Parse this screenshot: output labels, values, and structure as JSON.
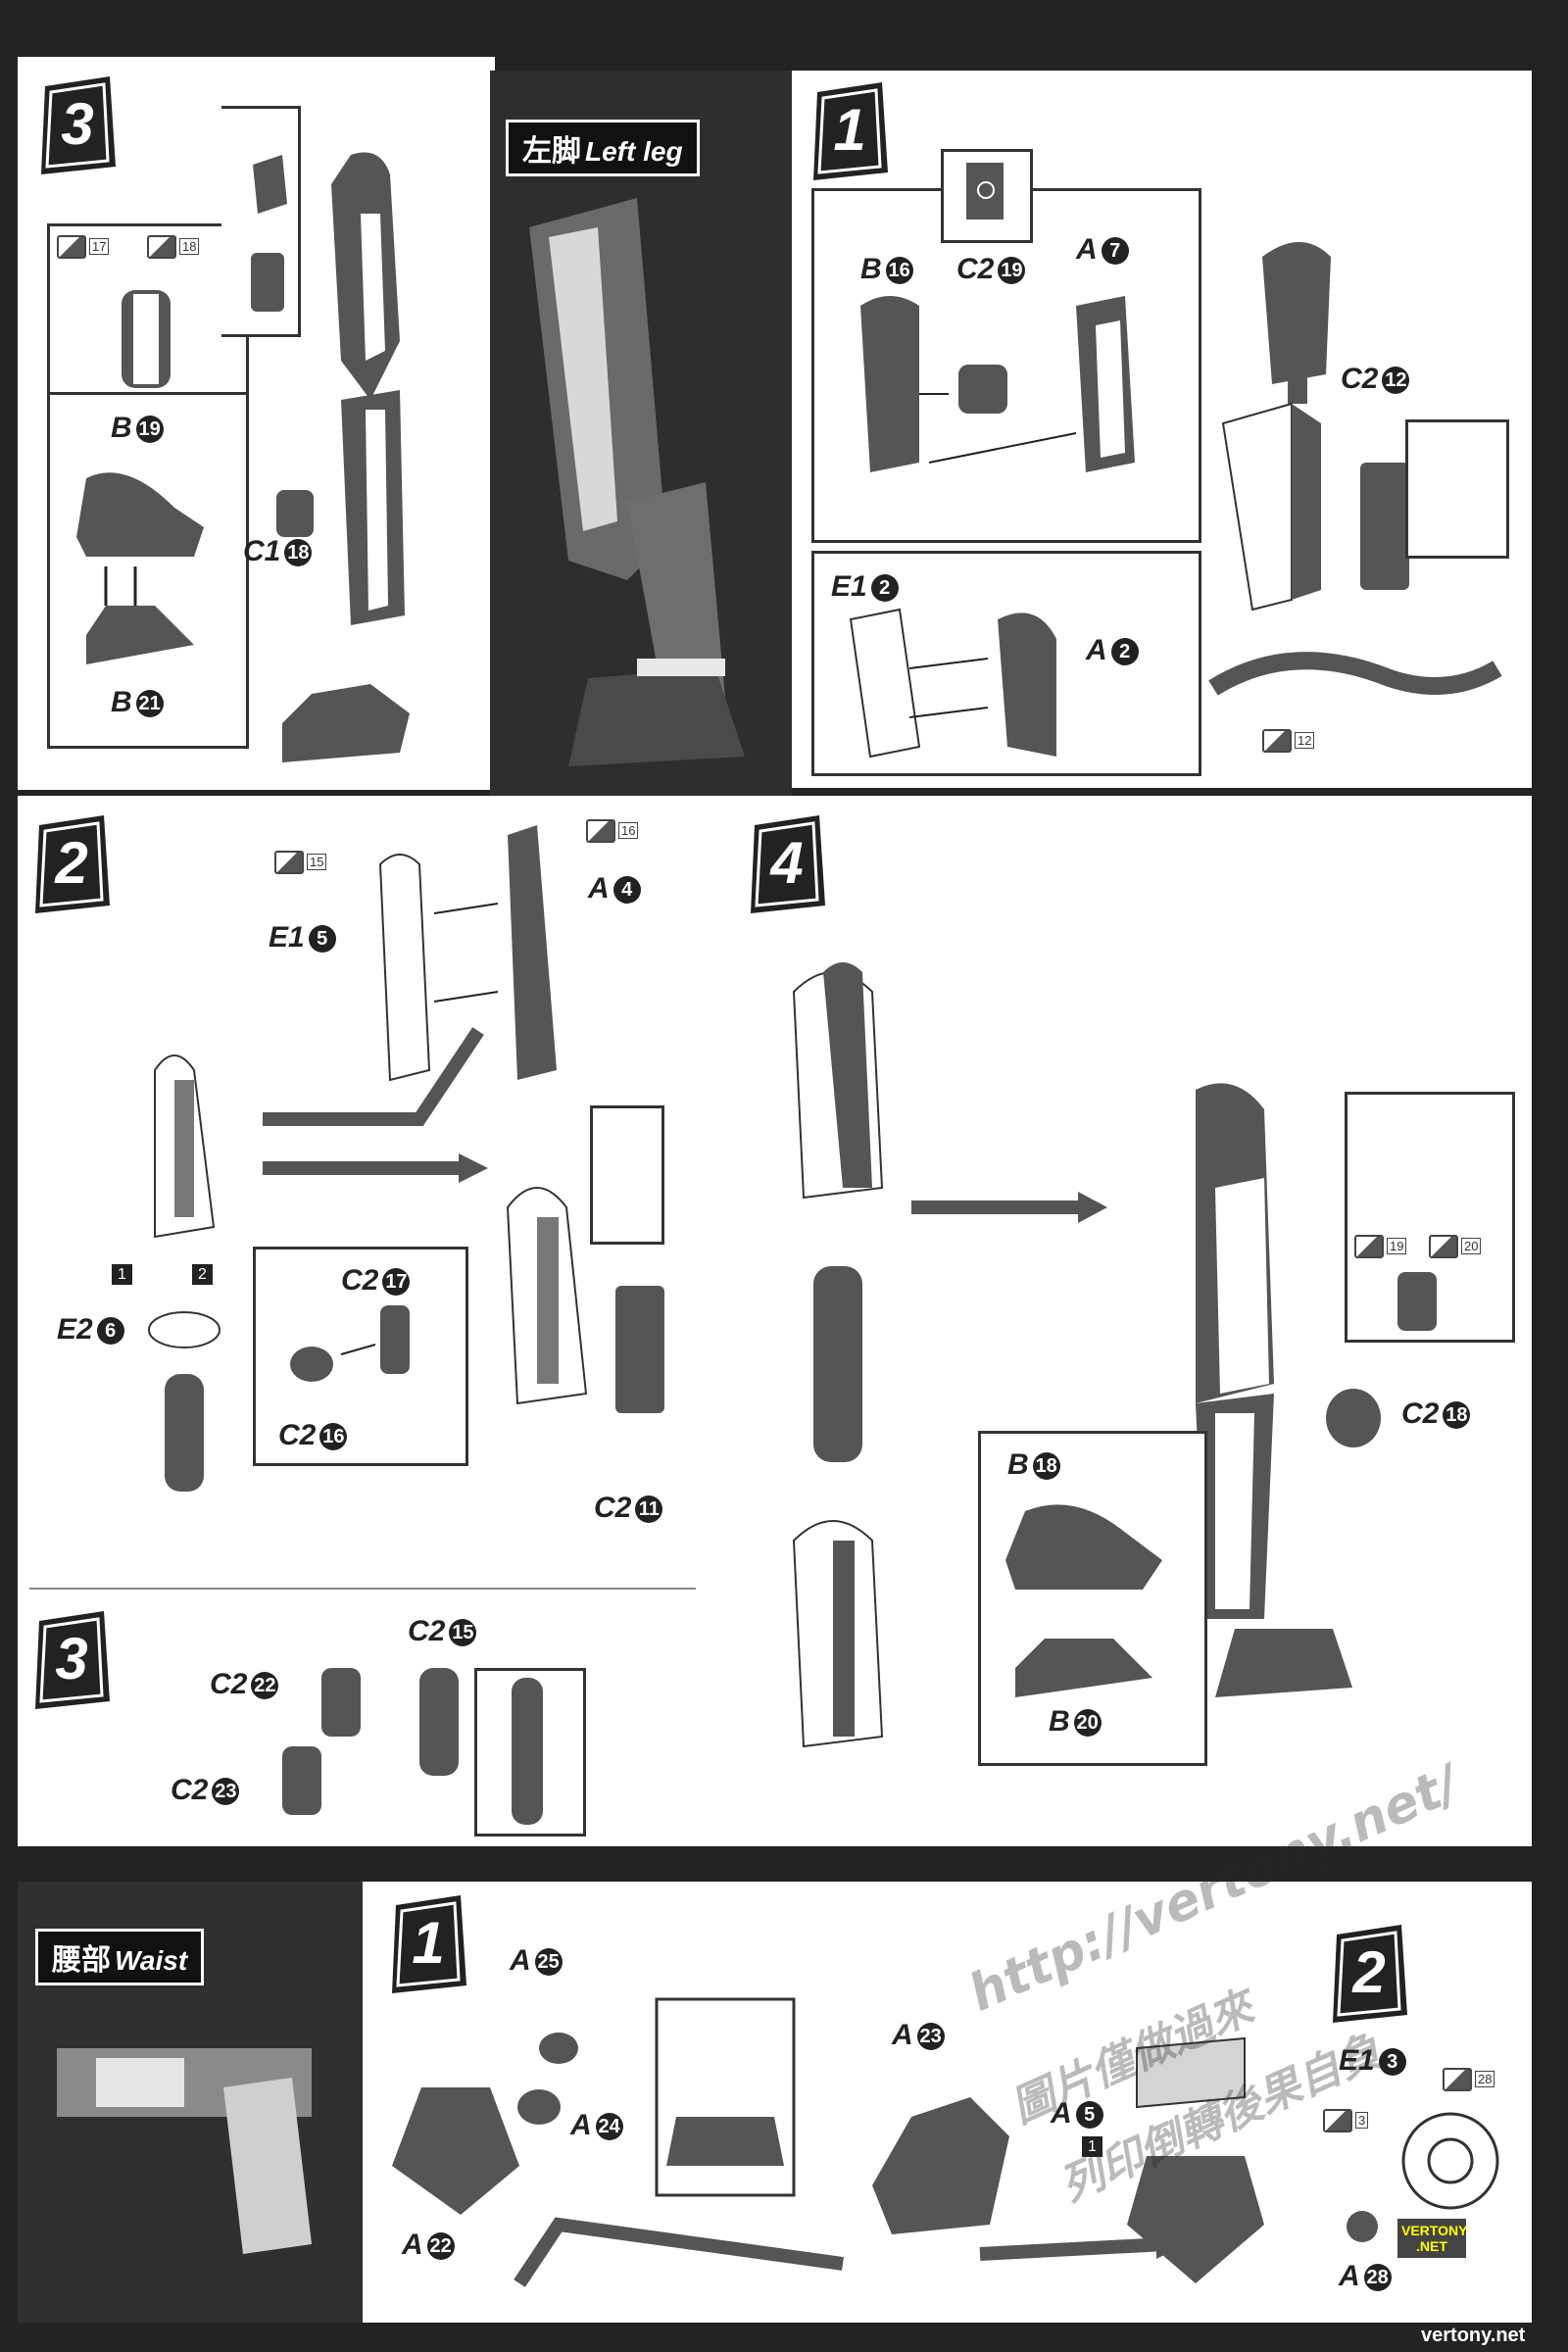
{
  "sections": {
    "left_leg": {
      "title_jp": "左脚",
      "title_en": "Left leg"
    },
    "waist": {
      "title_jp": "腰部",
      "title_en": "Waist"
    }
  },
  "step_numbers": {
    "s3_top": "3",
    "s1_top": "1",
    "s2_mid": "2",
    "s4_mid": "4",
    "s3_mid": "3",
    "s1_bottom": "1",
    "s2_bottom": "2"
  },
  "part_labels": {
    "p3_b19": {
      "letter": "B",
      "num": "19"
    },
    "p3_c1_18": {
      "letter": "C1",
      "num": "18"
    },
    "p3_b21": {
      "letter": "B",
      "num": "21"
    },
    "p1_b16": {
      "letter": "B",
      "num": "16"
    },
    "p1_c2_19": {
      "letter": "C2",
      "num": "19"
    },
    "p1_a7": {
      "letter": "A",
      "num": "7"
    },
    "p1_c2_12": {
      "letter": "C2",
      "num": "12"
    },
    "p1_e1_2": {
      "letter": "E1",
      "num": "2"
    },
    "p1_a2": {
      "letter": "A",
      "num": "2"
    },
    "p2_e1_5": {
      "letter": "E1",
      "num": "5"
    },
    "p2_a4": {
      "letter": "A",
      "num": "4"
    },
    "p2_e2_6": {
      "letter": "E2",
      "num": "6"
    },
    "p2_c2_17": {
      "letter": "C2",
      "num": "17"
    },
    "p2_c2_16": {
      "letter": "C2",
      "num": "16"
    },
    "p2_c2_11": {
      "letter": "C2",
      "num": "11"
    },
    "p4_c2_18": {
      "letter": "C2",
      "num": "18"
    },
    "p4_b18": {
      "letter": "B",
      "num": "18"
    },
    "p4_b20": {
      "letter": "B",
      "num": "20"
    },
    "p3m_c2_15": {
      "letter": "C2",
      "num": "15"
    },
    "p3m_c2_22": {
      "letter": "C2",
      "num": "22"
    },
    "p3m_c2_23": {
      "letter": "C2",
      "num": "23"
    },
    "w_a25": {
      "letter": "A",
      "num": "25"
    },
    "w_a24": {
      "letter": "A",
      "num": "24"
    },
    "w_a22": {
      "letter": "A",
      "num": "22"
    },
    "w_a23": {
      "letter": "A",
      "num": "23"
    },
    "w_a5": {
      "letter": "A",
      "num": "5"
    },
    "w_e1_3": {
      "letter": "E1",
      "num": "3"
    },
    "w_a28": {
      "letter": "A",
      "num": "28"
    }
  },
  "sticker_tags": {
    "t17": "17",
    "t18": "18",
    "t12": "12",
    "t15": "15",
    "t16": "16",
    "t19": "19",
    "t20": "20",
    "t28": "28",
    "t3": "3"
  },
  "order_markers": {
    "m1": "1",
    "m2": "2",
    "m1_waist": "1"
  },
  "watermarks": {
    "url": "http://vertony.net/",
    "line1": "圖片僅做過來",
    "line2": "列印倒轉後果自負",
    "logo": "VERTONY .NET",
    "footer": "vertony.net"
  },
  "colors": {
    "background": "#232323",
    "part_dark": "#4a4a4a",
    "part_light": "#ffffff"
  }
}
